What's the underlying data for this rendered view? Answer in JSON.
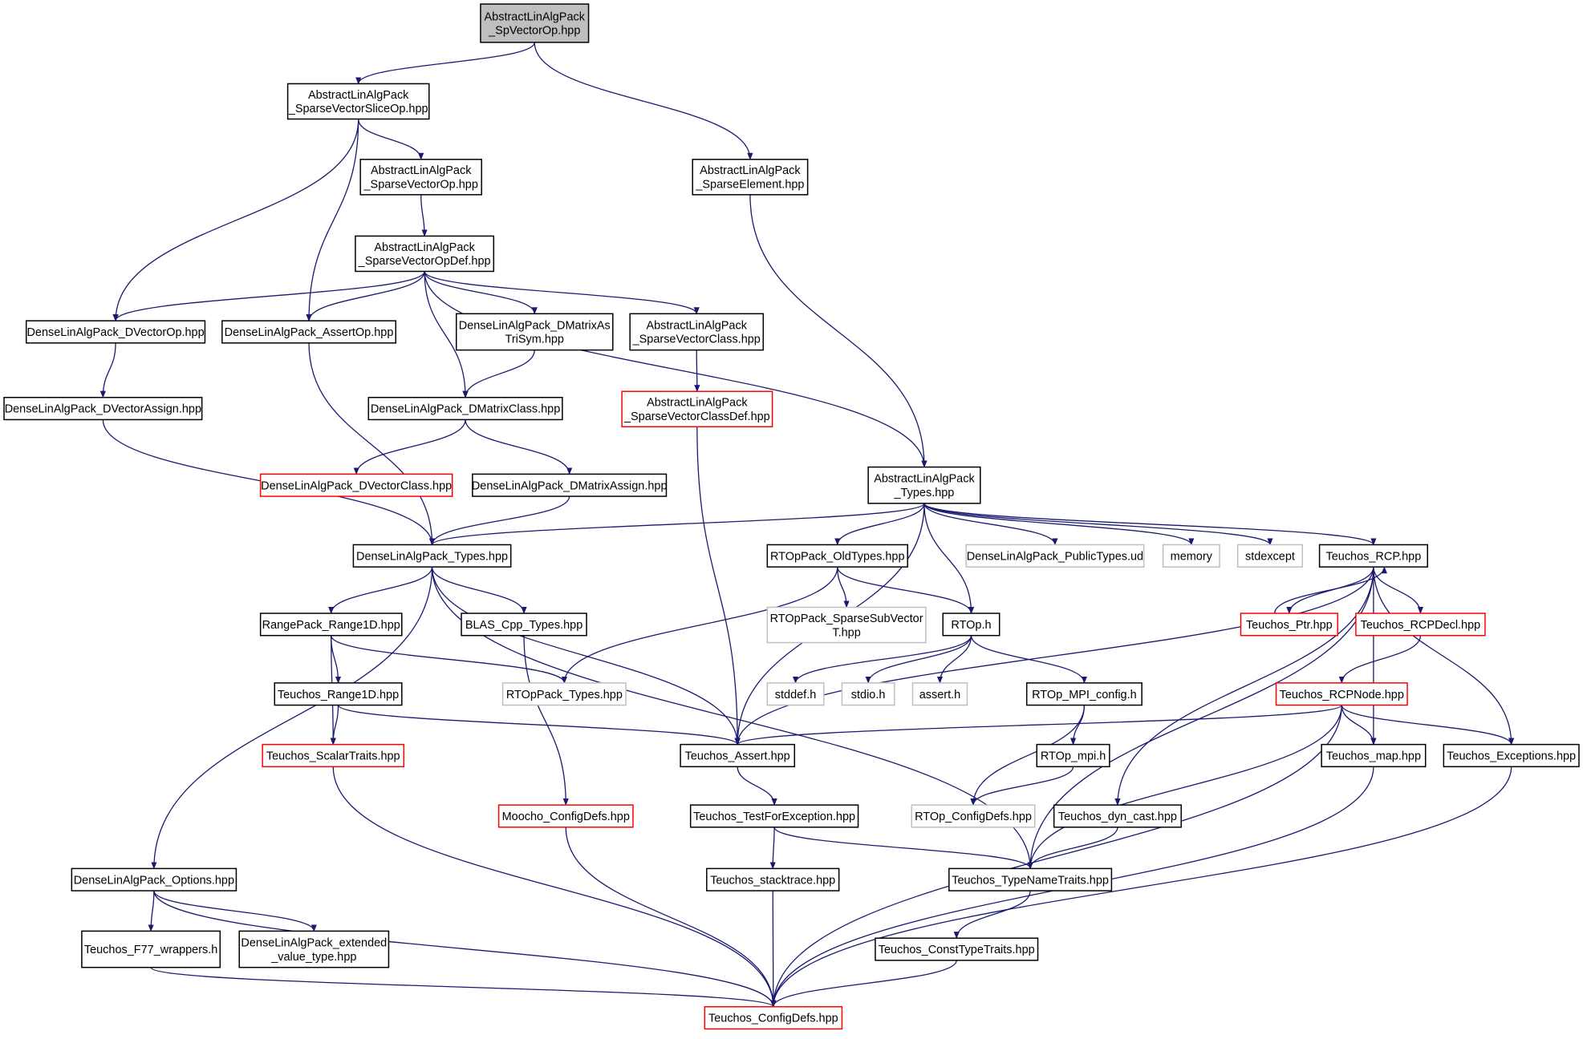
{
  "colors": {
    "edge": "#191970",
    "border_normal": "#000000",
    "border_truncated": "#ff0000",
    "border_system": "#bfbfbf",
    "fill_root": "#bfbfbf",
    "fill_normal": "#ffffff"
  },
  "nodes": [
    {
      "id": "root",
      "lines": [
        "AbstractLinAlgPack",
        "_SpVectorOp.hpp"
      ],
      "kind": "root"
    },
    {
      "id": "svso",
      "lines": [
        "AbstractLinAlgPack",
        "_SparseVectorSliceOp.hpp"
      ],
      "kind": "normal"
    },
    {
      "id": "svop",
      "lines": [
        "AbstractLinAlgPack",
        "_SparseVectorOp.hpp"
      ],
      "kind": "normal"
    },
    {
      "id": "sel",
      "lines": [
        "AbstractLinAlgPack",
        "_SparseElement.hpp"
      ],
      "kind": "normal"
    },
    {
      "id": "svopdef",
      "lines": [
        "AbstractLinAlgPack",
        "_SparseVectorOpDef.hpp"
      ],
      "kind": "normal"
    },
    {
      "id": "dvop",
      "lines": [
        "DenseLinAlgPack_DVectorOp.hpp"
      ],
      "kind": "normal"
    },
    {
      "id": "aop",
      "lines": [
        "DenseLinAlgPack_AssertOp.hpp"
      ],
      "kind": "normal"
    },
    {
      "id": "dmts",
      "lines": [
        "DenseLinAlgPack_DMatrixAs",
        "TriSym.hpp"
      ],
      "kind": "normal"
    },
    {
      "id": "svc",
      "lines": [
        "AbstractLinAlgPack",
        "_SparseVectorClass.hpp"
      ],
      "kind": "normal"
    },
    {
      "id": "dva",
      "lines": [
        "DenseLinAlgPack_DVectorAssign.hpp"
      ],
      "kind": "normal"
    },
    {
      "id": "dmc",
      "lines": [
        "DenseLinAlgPack_DMatrixClass.hpp"
      ],
      "kind": "normal"
    },
    {
      "id": "svcd",
      "lines": [
        "AbstractLinAlgPack",
        "_SparseVectorClassDef.hpp"
      ],
      "kind": "truncated"
    },
    {
      "id": "dvc",
      "lines": [
        "DenseLinAlgPack_DVectorClass.hpp"
      ],
      "kind": "truncated"
    },
    {
      "id": "dma",
      "lines": [
        "DenseLinAlgPack_DMatrixAssign.hpp"
      ],
      "kind": "normal"
    },
    {
      "id": "alt",
      "lines": [
        "AbstractLinAlgPack",
        "_Types.hpp"
      ],
      "kind": "normal"
    },
    {
      "id": "dlt",
      "lines": [
        "DenseLinAlgPack_Types.hpp"
      ],
      "kind": "normal"
    },
    {
      "id": "rtold",
      "lines": [
        "RTOpPack_OldTypes.hpp"
      ],
      "kind": "normal"
    },
    {
      "id": "dlpt",
      "lines": [
        "DenseLinAlgPack_PublicTypes.ud"
      ],
      "kind": "system"
    },
    {
      "id": "mem",
      "lines": [
        "memory"
      ],
      "kind": "system"
    },
    {
      "id": "stde",
      "lines": [
        "stdexcept"
      ],
      "kind": "system"
    },
    {
      "id": "rcp",
      "lines": [
        "Teuchos_RCP.hpp"
      ],
      "kind": "normal"
    },
    {
      "id": "rr1d",
      "lines": [
        "RangePack_Range1D.hpp"
      ],
      "kind": "normal"
    },
    {
      "id": "blas",
      "lines": [
        "BLAS_Cpp_Types.hpp"
      ],
      "kind": "normal"
    },
    {
      "id": "rssv",
      "lines": [
        "RTOpPack_SparseSubVector",
        "T.hpp"
      ],
      "kind": "system"
    },
    {
      "id": "rtoph",
      "lines": [
        "RTOp.h"
      ],
      "kind": "normal"
    },
    {
      "id": "tptr",
      "lines": [
        "Teuchos_Ptr.hpp"
      ],
      "kind": "truncated"
    },
    {
      "id": "rcpdecl",
      "lines": [
        "Teuchos_RCPDecl.hpp"
      ],
      "kind": "truncated"
    },
    {
      "id": "tr1d",
      "lines": [
        "Teuchos_Range1D.hpp"
      ],
      "kind": "normal"
    },
    {
      "id": "rtt",
      "lines": [
        "RTOpPack_Types.hpp"
      ],
      "kind": "system"
    },
    {
      "id": "stddef",
      "lines": [
        "stddef.h"
      ],
      "kind": "system"
    },
    {
      "id": "stdio",
      "lines": [
        "stdio.h"
      ],
      "kind": "system"
    },
    {
      "id": "assert",
      "lines": [
        "assert.h"
      ],
      "kind": "system"
    },
    {
      "id": "mpic",
      "lines": [
        "RTOp_MPI_config.h"
      ],
      "kind": "normal"
    },
    {
      "id": "rcpnode",
      "lines": [
        "Teuchos_RCPNode.hpp"
      ],
      "kind": "truncated"
    },
    {
      "id": "tst",
      "lines": [
        "Teuchos_ScalarTraits.hpp"
      ],
      "kind": "truncated"
    },
    {
      "id": "tass",
      "lines": [
        "Teuchos_Assert.hpp"
      ],
      "kind": "normal"
    },
    {
      "id": "rmpi",
      "lines": [
        "RTOp_mpi.h"
      ],
      "kind": "normal"
    },
    {
      "id": "tmap",
      "lines": [
        "Teuchos_map.hpp"
      ],
      "kind": "normal"
    },
    {
      "id": "texc",
      "lines": [
        "Teuchos_Exceptions.hpp"
      ],
      "kind": "normal"
    },
    {
      "id": "mcd",
      "lines": [
        "Moocho_ConfigDefs.hpp"
      ],
      "kind": "truncated"
    },
    {
      "id": "ttfe",
      "lines": [
        "Teuchos_TestForException.hpp"
      ],
      "kind": "normal"
    },
    {
      "id": "rcd",
      "lines": [
        "RTOp_ConfigDefs.hpp"
      ],
      "kind": "system"
    },
    {
      "id": "tdc",
      "lines": [
        "Teuchos_dyn_cast.hpp"
      ],
      "kind": "normal"
    },
    {
      "id": "opts",
      "lines": [
        "DenseLinAlgPack_Options.hpp"
      ],
      "kind": "normal"
    },
    {
      "id": "tstk",
      "lines": [
        "Teuchos_stacktrace.hpp"
      ],
      "kind": "normal"
    },
    {
      "id": "ttnt",
      "lines": [
        "Teuchos_TypeNameTraits.hpp"
      ],
      "kind": "normal"
    },
    {
      "id": "f77",
      "lines": [
        "Teuchos_F77_wrappers.h"
      ],
      "kind": "normal"
    },
    {
      "id": "evt",
      "lines": [
        "DenseLinAlgPack_extended",
        "_value_type.hpp"
      ],
      "kind": "normal"
    },
    {
      "id": "tctt",
      "lines": [
        "Teuchos_ConstTypeTraits.hpp"
      ],
      "kind": "normal"
    },
    {
      "id": "tcd",
      "lines": [
        "Teuchos_ConfigDefs.hpp"
      ],
      "kind": "truncated"
    }
  ],
  "edges": [
    [
      "root",
      "svso"
    ],
    [
      "root",
      "sel"
    ],
    [
      "svso",
      "svop"
    ],
    [
      "svso",
      "dvop"
    ],
    [
      "svso",
      "aop"
    ],
    [
      "svop",
      "svopdef"
    ],
    [
      "sel",
      "alt"
    ],
    [
      "svopdef",
      "dvop"
    ],
    [
      "svopdef",
      "aop"
    ],
    [
      "svopdef",
      "dmc"
    ],
    [
      "svopdef",
      "dmts"
    ],
    [
      "svopdef",
      "svc"
    ],
    [
      "svopdef",
      "alt"
    ],
    [
      "dvop",
      "dva"
    ],
    [
      "aop",
      "dlt"
    ],
    [
      "dmts",
      "dmc"
    ],
    [
      "svc",
      "svcd"
    ],
    [
      "dva",
      "dlt"
    ],
    [
      "dmc",
      "dvc"
    ],
    [
      "dmc",
      "dma"
    ],
    [
      "svcd",
      "tass"
    ],
    [
      "dma",
      "dlt"
    ],
    [
      "alt",
      "dlt"
    ],
    [
      "alt",
      "tass"
    ],
    [
      "alt",
      "rtold"
    ],
    [
      "alt",
      "rtoph"
    ],
    [
      "alt",
      "dlpt"
    ],
    [
      "alt",
      "mem"
    ],
    [
      "alt",
      "stde"
    ],
    [
      "alt",
      "rcp"
    ],
    [
      "dlt",
      "opts"
    ],
    [
      "dlt",
      "rr1d"
    ],
    [
      "dlt",
      "blas"
    ],
    [
      "dlt",
      "tass"
    ],
    [
      "dlt",
      "ttnt"
    ],
    [
      "rtold",
      "rtt"
    ],
    [
      "rtold",
      "rssv"
    ],
    [
      "rtold",
      "rtoph"
    ],
    [
      "rcp",
      "tass"
    ],
    [
      "rcp",
      "tdc"
    ],
    [
      "rcp",
      "ttnt"
    ],
    [
      "rcp",
      "tptr"
    ],
    [
      "rcp",
      "rcpdecl"
    ],
    [
      "rcp",
      "tmap"
    ],
    [
      "rcp",
      "texc"
    ],
    [
      "rr1d",
      "tr1d"
    ],
    [
      "rr1d",
      "tst"
    ],
    [
      "rr1d",
      "rtt"
    ],
    [
      "blas",
      "mcd"
    ],
    [
      "rtoph",
      "stddef"
    ],
    [
      "rtoph",
      "stdio"
    ],
    [
      "rtoph",
      "assert"
    ],
    [
      "rtoph",
      "mpic"
    ],
    [
      "tptr",
      "rcp"
    ],
    [
      "rcpdecl",
      "rcpnode"
    ],
    [
      "tr1d",
      "tst"
    ],
    [
      "tr1d",
      "tass"
    ],
    [
      "mpic",
      "rmpi"
    ],
    [
      "mpic",
      "rcd"
    ],
    [
      "rcpnode",
      "tass"
    ],
    [
      "rcpnode",
      "tmap"
    ],
    [
      "rcpnode",
      "texc"
    ],
    [
      "rcpnode",
      "ttnt"
    ],
    [
      "rcpnode",
      "tcd"
    ],
    [
      "tst",
      "tcd"
    ],
    [
      "tass",
      "ttfe"
    ],
    [
      "rmpi",
      "rcd"
    ],
    [
      "tmap",
      "tcd"
    ],
    [
      "texc",
      "tcd"
    ],
    [
      "mcd",
      "tcd"
    ],
    [
      "ttfe",
      "tstk"
    ],
    [
      "ttfe",
      "ttnt"
    ],
    [
      "tdc",
      "ttnt"
    ],
    [
      "opts",
      "f77"
    ],
    [
      "opts",
      "evt"
    ],
    [
      "opts",
      "tcd"
    ],
    [
      "tstk",
      "tcd"
    ],
    [
      "ttnt",
      "tctt"
    ],
    [
      "f77",
      "tcd"
    ],
    [
      "tctt",
      "tcd"
    ]
  ]
}
